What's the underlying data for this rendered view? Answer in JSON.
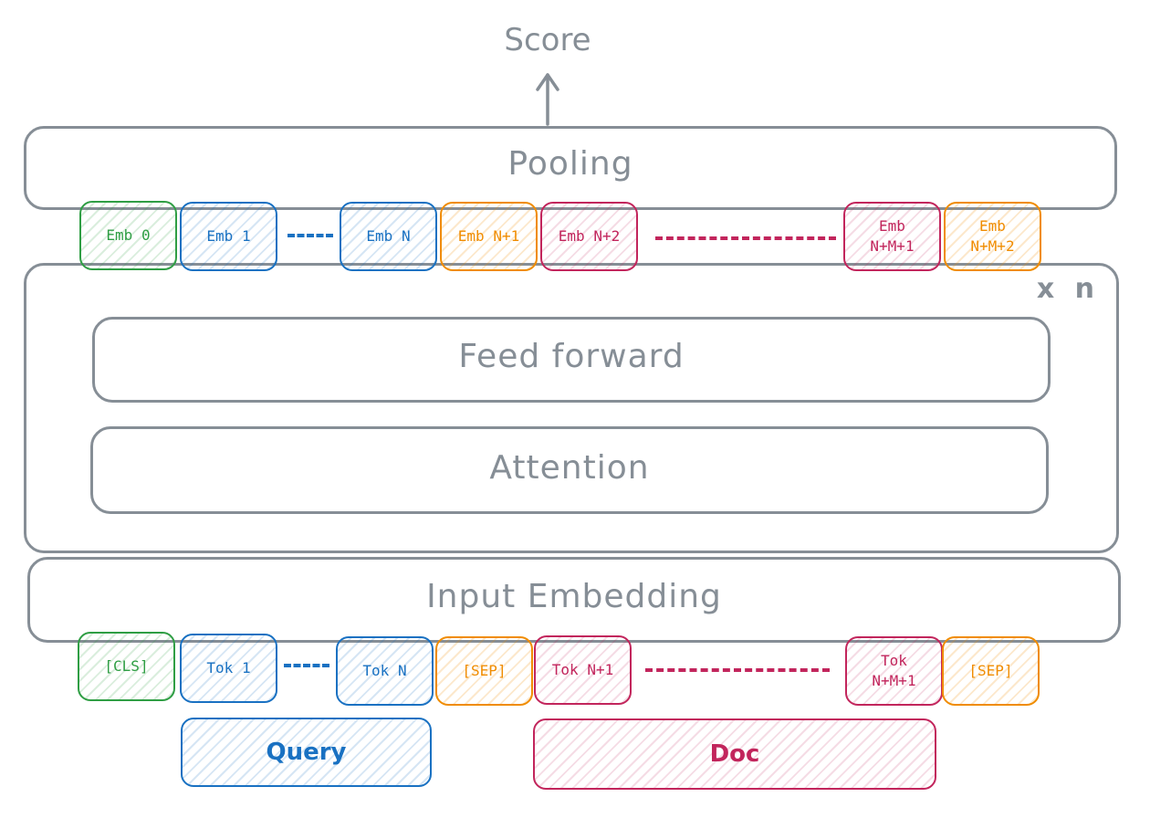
{
  "score_label": "Score",
  "pooling_label": "Pooling",
  "repeat_label": "x n",
  "feed_forward_label": "Feed forward",
  "attention_label": "Attention",
  "input_embedding_label": "Input Embedding",
  "embeddings": [
    {
      "label": "Emb 0",
      "color": "green"
    },
    {
      "label": "Emb 1",
      "color": "blue"
    },
    {
      "label": "Emb N",
      "color": "blue"
    },
    {
      "label": "Emb N+1",
      "color": "orange"
    },
    {
      "label": "Emb N+2",
      "color": "red"
    },
    {
      "label": "Emb\nN+M+1",
      "color": "red"
    },
    {
      "label": "Emb\nN+M+2",
      "color": "orange"
    }
  ],
  "tokens": [
    {
      "label": "[CLS]",
      "color": "green"
    },
    {
      "label": "Tok 1",
      "color": "blue"
    },
    {
      "label": "Tok N",
      "color": "blue"
    },
    {
      "label": "[SEP]",
      "color": "orange"
    },
    {
      "label": "Tok N+1",
      "color": "red"
    },
    {
      "label": "Tok\nN+M+1",
      "color": "red"
    },
    {
      "label": "[SEP]",
      "color": "orange"
    }
  ],
  "segments": {
    "query_label": "Query",
    "doc_label": "Doc"
  },
  "colors": {
    "gray": "#868e96",
    "green": "#2f9e44",
    "blue": "#1971c2",
    "orange": "#f08c00",
    "red": "#c2255c"
  }
}
